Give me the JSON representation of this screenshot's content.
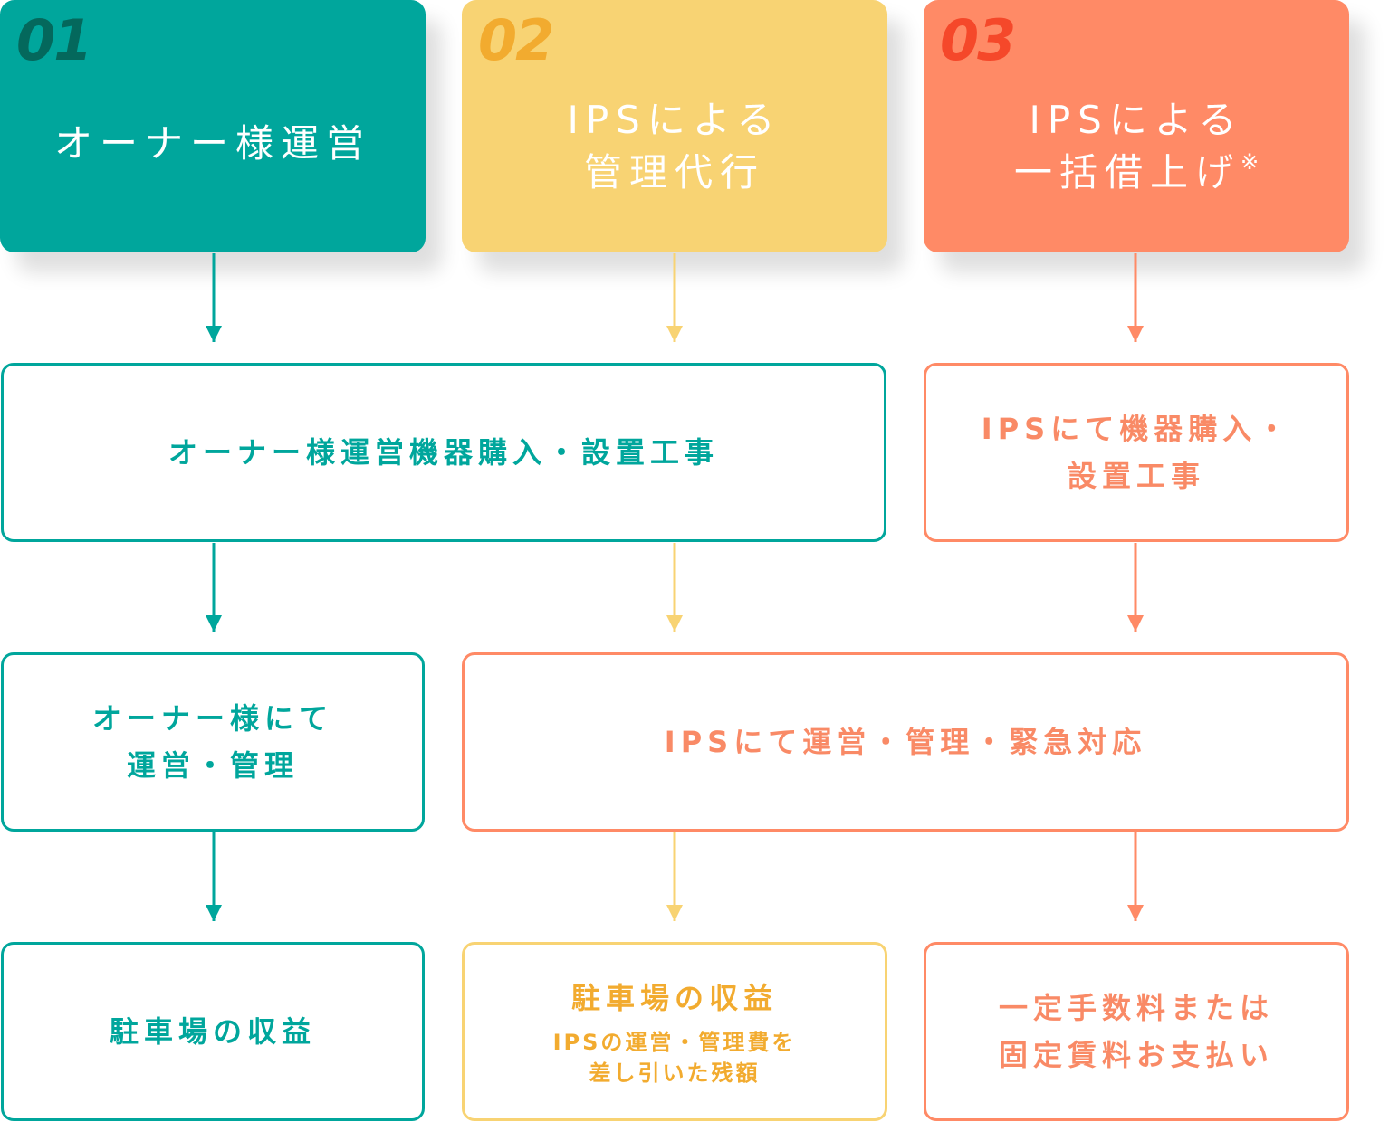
{
  "colors": {
    "teal": "#00a69c",
    "yellow": "#f8d373",
    "coral": "#ff8a66"
  },
  "headers": [
    {
      "number": "01",
      "title_lines": [
        "オーナー様運営"
      ],
      "note": ""
    },
    {
      "number": "02",
      "title_lines": [
        "IPSによる",
        "管理代行"
      ],
      "note": ""
    },
    {
      "number": "03",
      "title_lines": [
        "IPSによる",
        "一括借上げ"
      ],
      "note": "※"
    }
  ],
  "row1": {
    "owner_equipment": "オーナー様運営機器購入・設置工事",
    "ips_equipment_lines": [
      "IPSにて機器購入・",
      "設置工事"
    ]
  },
  "row2": {
    "owner_operation_lines": [
      "オーナー様にて",
      "運営・管理"
    ],
    "ips_operation": "IPSにて運営・管理・緊急対応"
  },
  "row3": {
    "owner_revenue": "駐車場の収益",
    "managed_revenue": "駐車場の収益",
    "managed_revenue_note_lines": [
      "IPSの運営・管理費を",
      "差し引いた残額"
    ],
    "lease_revenue_lines": [
      "一定手数料または",
      "固定賃料お支払い"
    ]
  }
}
